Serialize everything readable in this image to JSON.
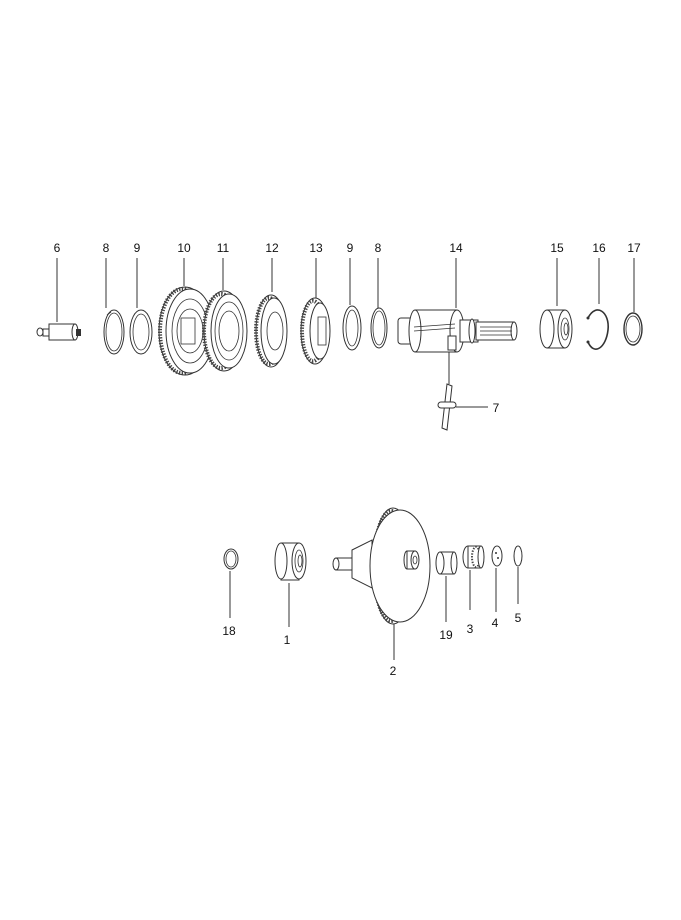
{
  "diagram": {
    "type": "exploded-parts-view",
    "subject": "gearbox shaft assembly",
    "groups": [
      {
        "name": "upper-shaft-assembly",
        "parts": [
          {
            "id": "6",
            "desc": "pin/shaft"
          },
          {
            "id": "8",
            "desc": "circlip"
          },
          {
            "id": "9",
            "desc": "washer"
          },
          {
            "id": "10",
            "desc": "gear"
          },
          {
            "id": "11",
            "desc": "gear"
          },
          {
            "id": "12",
            "desc": "gear"
          },
          {
            "id": "13",
            "desc": "gear"
          },
          {
            "id": "9",
            "desc": "washer"
          },
          {
            "id": "8",
            "desc": "circlip"
          },
          {
            "id": "14",
            "desc": "shaft"
          },
          {
            "id": "7",
            "desc": "fork/pin"
          },
          {
            "id": "15",
            "desc": "bearing"
          },
          {
            "id": "16",
            "desc": "snap ring"
          },
          {
            "id": "17",
            "desc": "circlip"
          }
        ]
      },
      {
        "name": "lower-shaft-assembly",
        "parts": [
          {
            "id": "18",
            "desc": "washer"
          },
          {
            "id": "1",
            "desc": "bearing"
          },
          {
            "id": "2",
            "desc": "gear shaft"
          },
          {
            "id": "19",
            "desc": "bushing"
          },
          {
            "id": "3",
            "desc": "bearing"
          },
          {
            "id": "4",
            "desc": "washer"
          },
          {
            "id": "5",
            "desc": "circlip"
          }
        ]
      }
    ]
  },
  "labels": {
    "l6": "6",
    "l8a": "8",
    "l9a": "9",
    "l10": "10",
    "l11": "11",
    "l12": "12",
    "l13": "13",
    "l9b": "9",
    "l8b": "8",
    "l14": "14",
    "l15": "15",
    "l16": "16",
    "l17": "17",
    "l7": "7",
    "l18": "18",
    "l1": "1",
    "l2": "2",
    "l19": "19",
    "l3": "3",
    "l4": "4",
    "l5": "5"
  }
}
